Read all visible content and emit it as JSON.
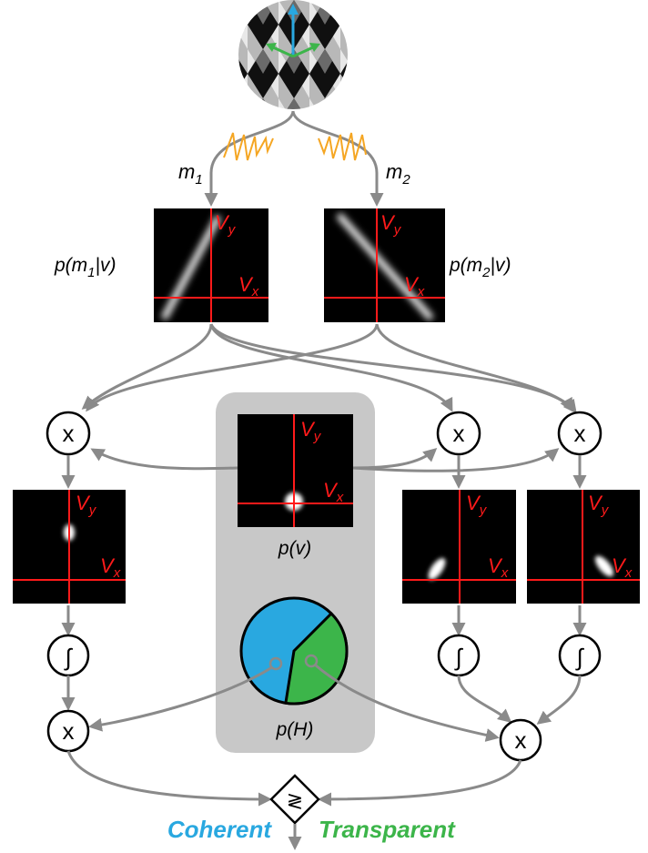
{
  "labels": {
    "m1_sub": "1",
    "m2_sub": "2",
    "m_letter": "m",
    "likelihood1_pre": "p(m",
    "likelihood1_sub": "1",
    "likelihood1_post": "|v)",
    "likelihood2_pre": "p(m",
    "likelihood2_sub": "2",
    "likelihood2_post": "|v)",
    "prior": "p(v)",
    "hyp_prior": "p(H)",
    "vy": "V",
    "vy_sub": "y",
    "vx": "V",
    "vx_sub": "x",
    "multiply": "x",
    "integrate": "∫",
    "compare": "≷",
    "coherent": "Coherent",
    "transparent": "Transparent"
  },
  "colors": {
    "coherent": "#29a8e0",
    "transparent": "#3cb54a",
    "axis": "#ff1a1a",
    "wire": "#8a8a8a",
    "noise": "#f5a623",
    "panel": "#c8c8c8"
  },
  "hypothesis_prior": {
    "coherent_fraction": 0.6,
    "transparent_fraction": 0.4
  }
}
